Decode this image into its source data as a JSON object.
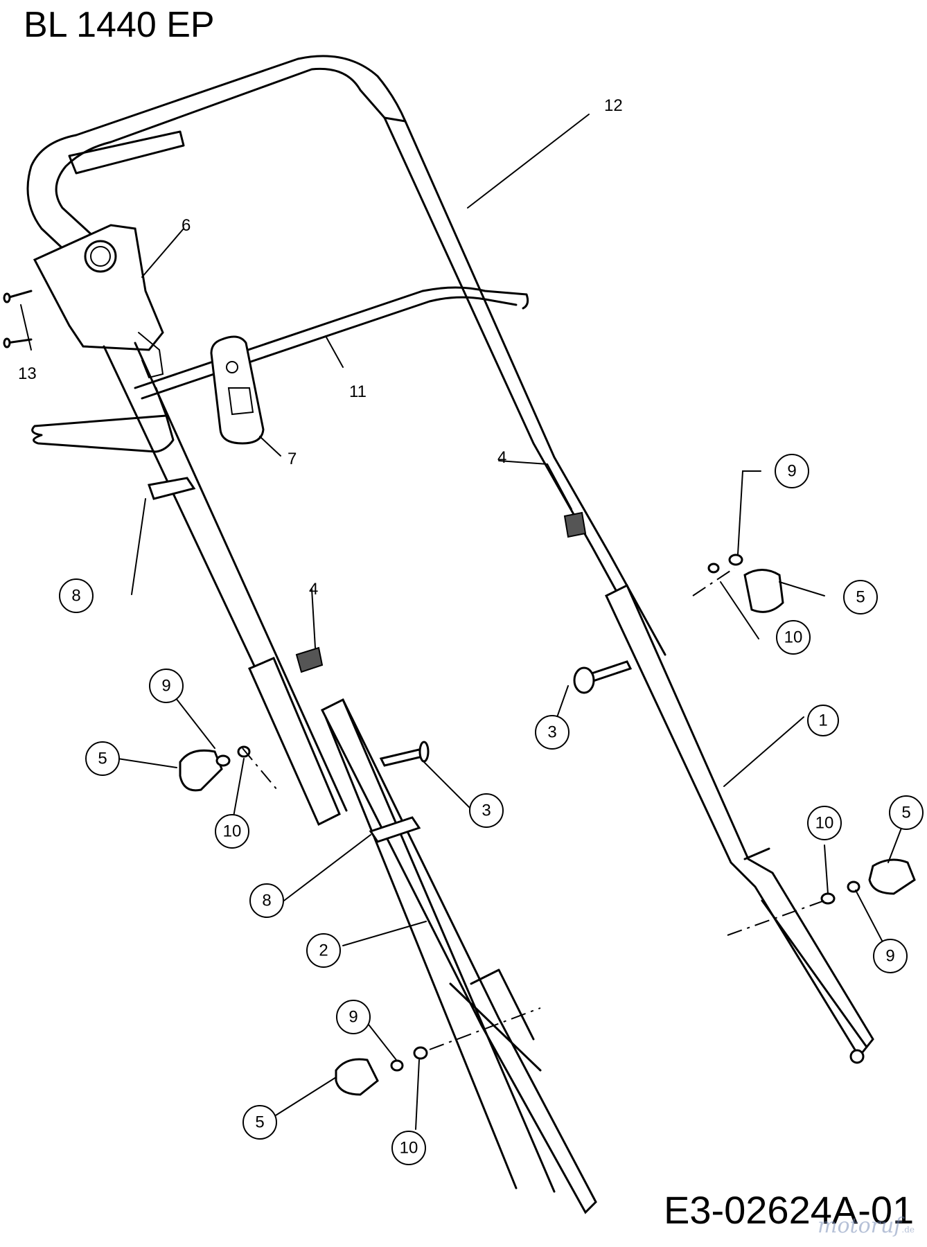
{
  "title": "BL 1440 EP",
  "drawing_code": "E3-02624A-01",
  "watermark": {
    "text": "motoruf",
    "suffix": ".de",
    "color": "#7b8fb8"
  },
  "labels": {
    "l1": "1",
    "l2": "2",
    "l3a": "3",
    "l3b": "3",
    "l4a": "4",
    "l4b": "4",
    "l5a": "5",
    "l5b": "5",
    "l5c": "5",
    "l5d": "5",
    "l6": "6",
    "l7": "7",
    "l8a": "8",
    "l8b": "8",
    "l9a": "9",
    "l9b": "9",
    "l9c": "9",
    "l9d": "9",
    "l10a": "10",
    "l10b": "10",
    "l10c": "10",
    "l10d": "10",
    "l11": "11",
    "l12": "12",
    "l13": "13"
  }
}
